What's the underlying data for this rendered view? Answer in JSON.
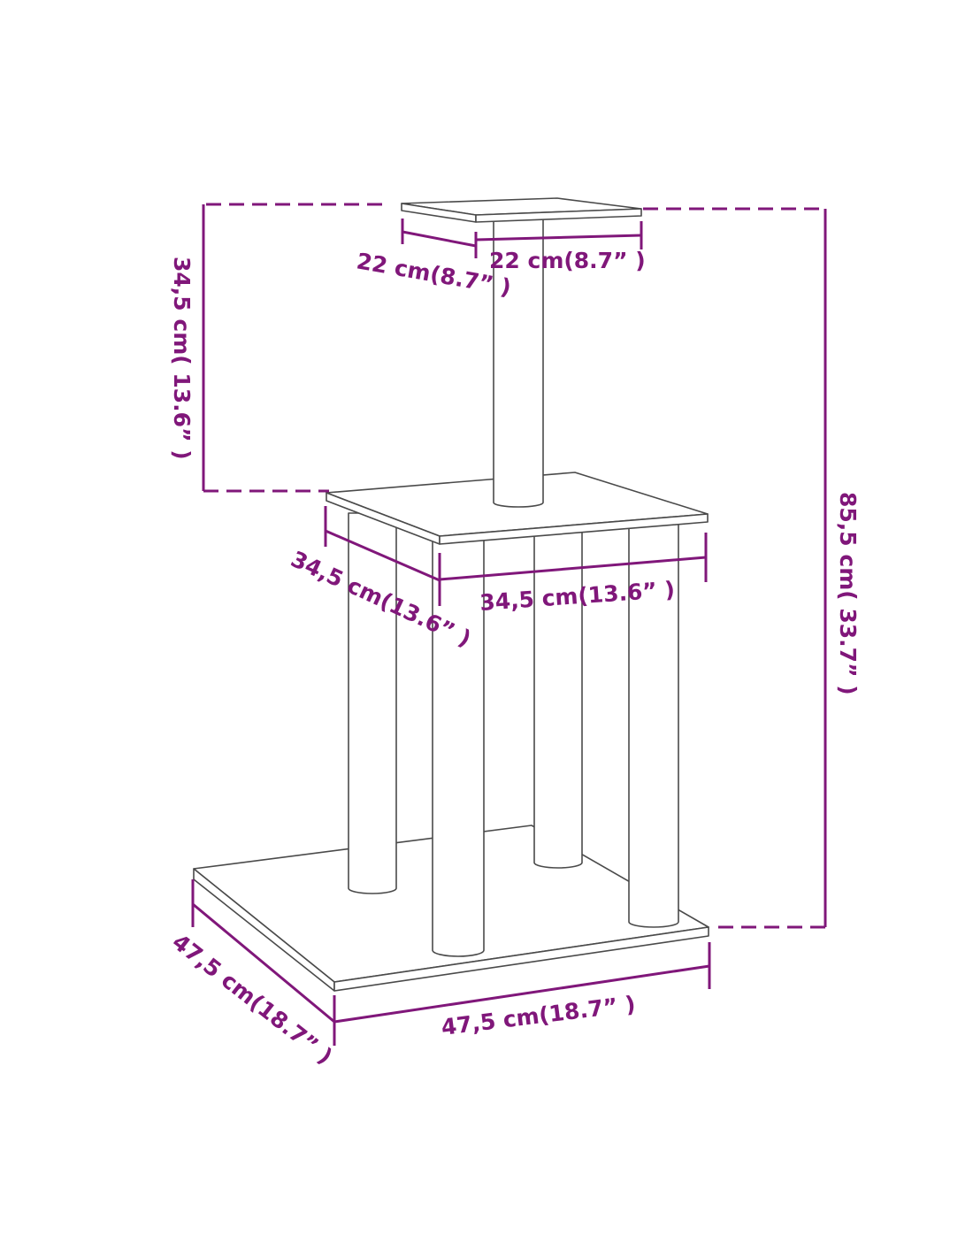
{
  "colors": {
    "dimension": "#80177a",
    "outline": "#4a4a4a",
    "background": "#ffffff"
  },
  "labels": {
    "top_depth": "22 cm(8.7” )",
    "top_width": "22 cm(8.7” )",
    "top_post_height": "34,5 cm( 13.6” )",
    "mid_depth": "34,5 cm(13.6” )",
    "mid_width": "34,5 cm(13.6” )",
    "total_height": "85,5 cm( 33.7” )",
    "base_depth": "47,5 cm(18.7” )",
    "base_width": "47,5 cm(18.7” )"
  }
}
